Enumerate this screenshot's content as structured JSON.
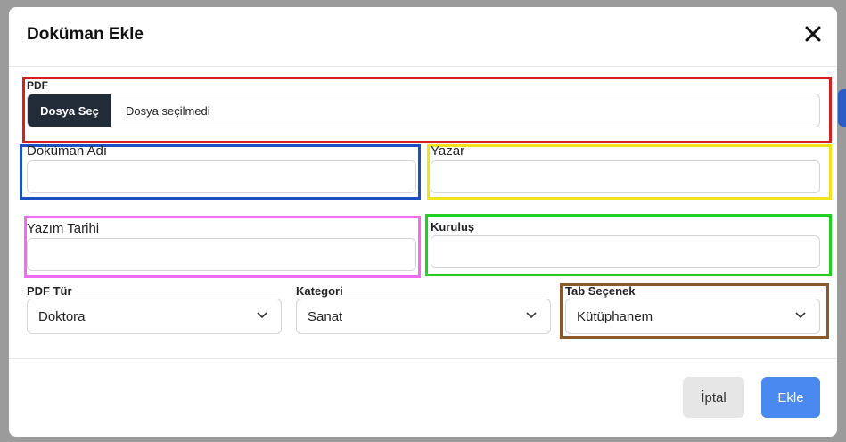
{
  "modal": {
    "title": "Doküman Ekle",
    "close_icon": "close-icon"
  },
  "pdf": {
    "label": "PDF",
    "button_label": "Dosya Seç",
    "status_text": "Dosya seçilmedi"
  },
  "fields": {
    "document_name_label": "Doküman Adı",
    "document_name_value": "",
    "author_label": "Yazar",
    "author_value": "",
    "write_date_label": "Yazım Tarihi",
    "write_date_value": "",
    "institution_label": "Kuruluş",
    "institution_value": ""
  },
  "selects": {
    "pdf_type_label": "PDF Tür",
    "pdf_type_value": "Doktora",
    "category_label": "Kategori",
    "category_value": "Sanat",
    "tab_label": "Tab Seçenek",
    "tab_value": "Kütüphanem"
  },
  "footer": {
    "cancel_label": "İptal",
    "add_label": "Ekle"
  },
  "colors": {
    "primary": "#4a89f0",
    "dark_button": "#222b38",
    "highlight_red": "#d61f1f",
    "highlight_blue": "#1b4fc4",
    "highlight_yellow": "#f2e41a",
    "highlight_pink": "#f06cf0",
    "highlight_green": "#22d022",
    "highlight_brown": "#8a5a2a"
  }
}
